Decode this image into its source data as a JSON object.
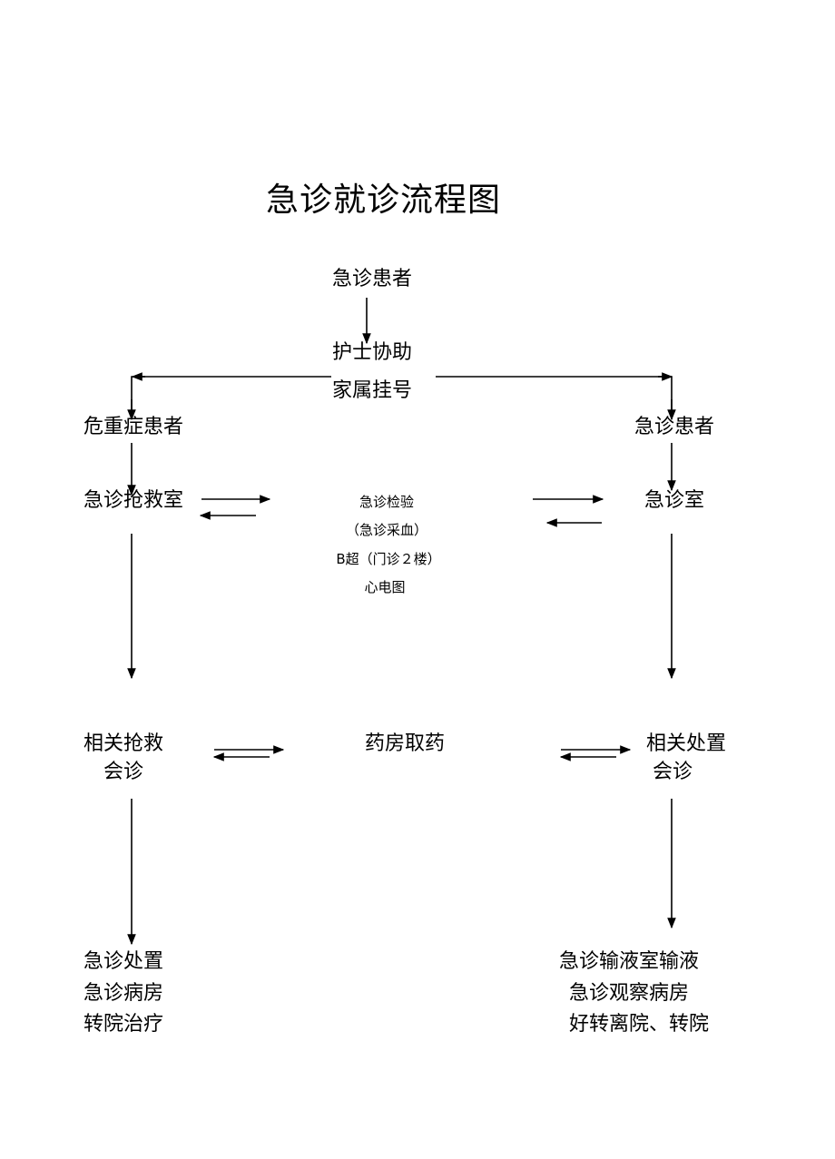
{
  "title": "急诊就诊流程图",
  "nodes": {
    "start": "急诊患者",
    "register_line1": "护士协助",
    "register_line2": "家属挂号",
    "critical_patient": "危重症患者",
    "regular_patient": "急诊患者",
    "rescue_room": "急诊抢救室",
    "emergency_room": "急诊室",
    "exams": [
      "急诊检验",
      "（急诊采血）",
      "B超（门诊２楼）",
      "心电图"
    ],
    "rescue_consult_line1": "相关抢救",
    "rescue_consult_line2": "会诊",
    "pharmacy": "药房取药",
    "treatment_consult_line1": "相关处置",
    "treatment_consult_line2": "会诊",
    "left_outcomes": [
      "急诊处置",
      "急诊病房",
      "转院治疗"
    ],
    "right_outcomes": [
      "急诊输液室输液",
      "急诊观察病房",
      "好转离院、转院"
    ]
  },
  "colors": {
    "line": "#000000",
    "text": "#000000",
    "background": "#ffffff"
  }
}
